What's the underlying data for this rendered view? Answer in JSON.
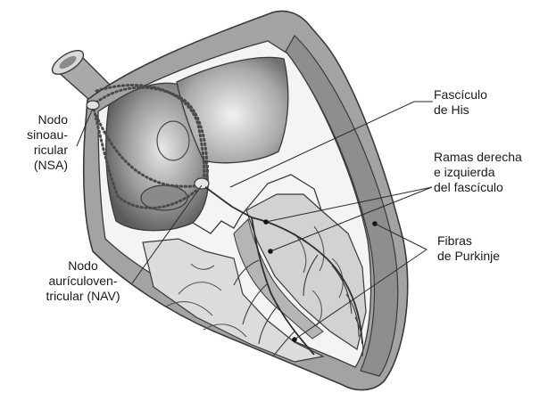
{
  "diagram": {
    "labels": {
      "sa_node": [
        "Nodo",
        "sinoau-",
        "ricular",
        "(NSA)"
      ],
      "av_node": [
        "Nodo",
        "aurículoven-",
        "tricular (NAV)"
      ],
      "his_bundle": [
        "Fascículo",
        "de His"
      ],
      "bundle_branches": [
        "Ramas derecha",
        "e izquierda",
        "del fascículo"
      ],
      "purkinje": [
        "Fibras",
        "de Purkinje"
      ]
    },
    "colors": {
      "outline": "#3a3a3a",
      "heart_wall": "#9a9a9a",
      "chamber_fill": "#c4c4c4",
      "atrium_dark": "#707070",
      "pathway_dots": "#4a4a4a",
      "label_text": "#1a1a1a"
    }
  }
}
